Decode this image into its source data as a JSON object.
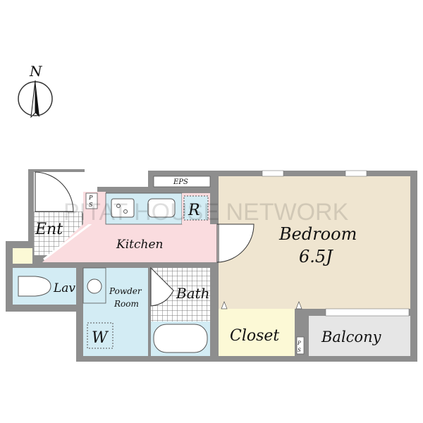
{
  "compass": {
    "label": "N"
  },
  "rooms": {
    "entrance": "Ent",
    "kitchen": "Kitchen",
    "refrigerator": "R",
    "pipe_space": [
      "P",
      "S"
    ],
    "eps": "EPS",
    "lavatory": "Lav",
    "powder_room": [
      "Powder",
      "Room"
    ],
    "washer": "W",
    "bath": "Bath",
    "bedroom": "Bedroom",
    "bedroom_size": "6.5J",
    "closet": "Closet",
    "balcony": "Balcony"
  },
  "watermark": "PITAT HOUSE NETWORK",
  "colors": {
    "wall": "#8e8e8e",
    "bedroom": "#efe5d0",
    "kitchen": "#fadcdf",
    "wet": "#d3ecf4",
    "closet": "#fcf9d6",
    "balcony": "#e6e6e6"
  }
}
